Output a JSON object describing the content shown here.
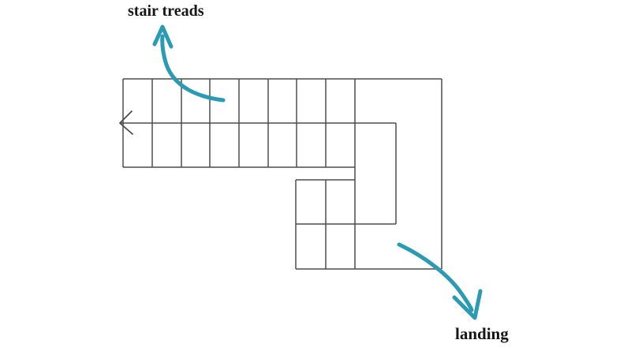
{
  "diagram": {
    "type": "stair-plan",
    "labels": {
      "stair_treads": "stair treads",
      "landing": "landing"
    },
    "annotations": [
      {
        "label": "stair treads",
        "icon": "curved-arrow-up-icon",
        "points_to": "top flight treads"
      },
      {
        "label": "landing",
        "icon": "curved-arrow-down-icon",
        "points_to": "landing area"
      }
    ],
    "plan": {
      "top_flight_tread_count": 8,
      "lower_grid_columns": 2,
      "lower_grid_rows": 2,
      "walk_line_direction": "left"
    },
    "colors": {
      "background": "#ffffff",
      "line": "#4d4d4d",
      "arrow": "#2b9bb3",
      "text": "#161616"
    }
  }
}
